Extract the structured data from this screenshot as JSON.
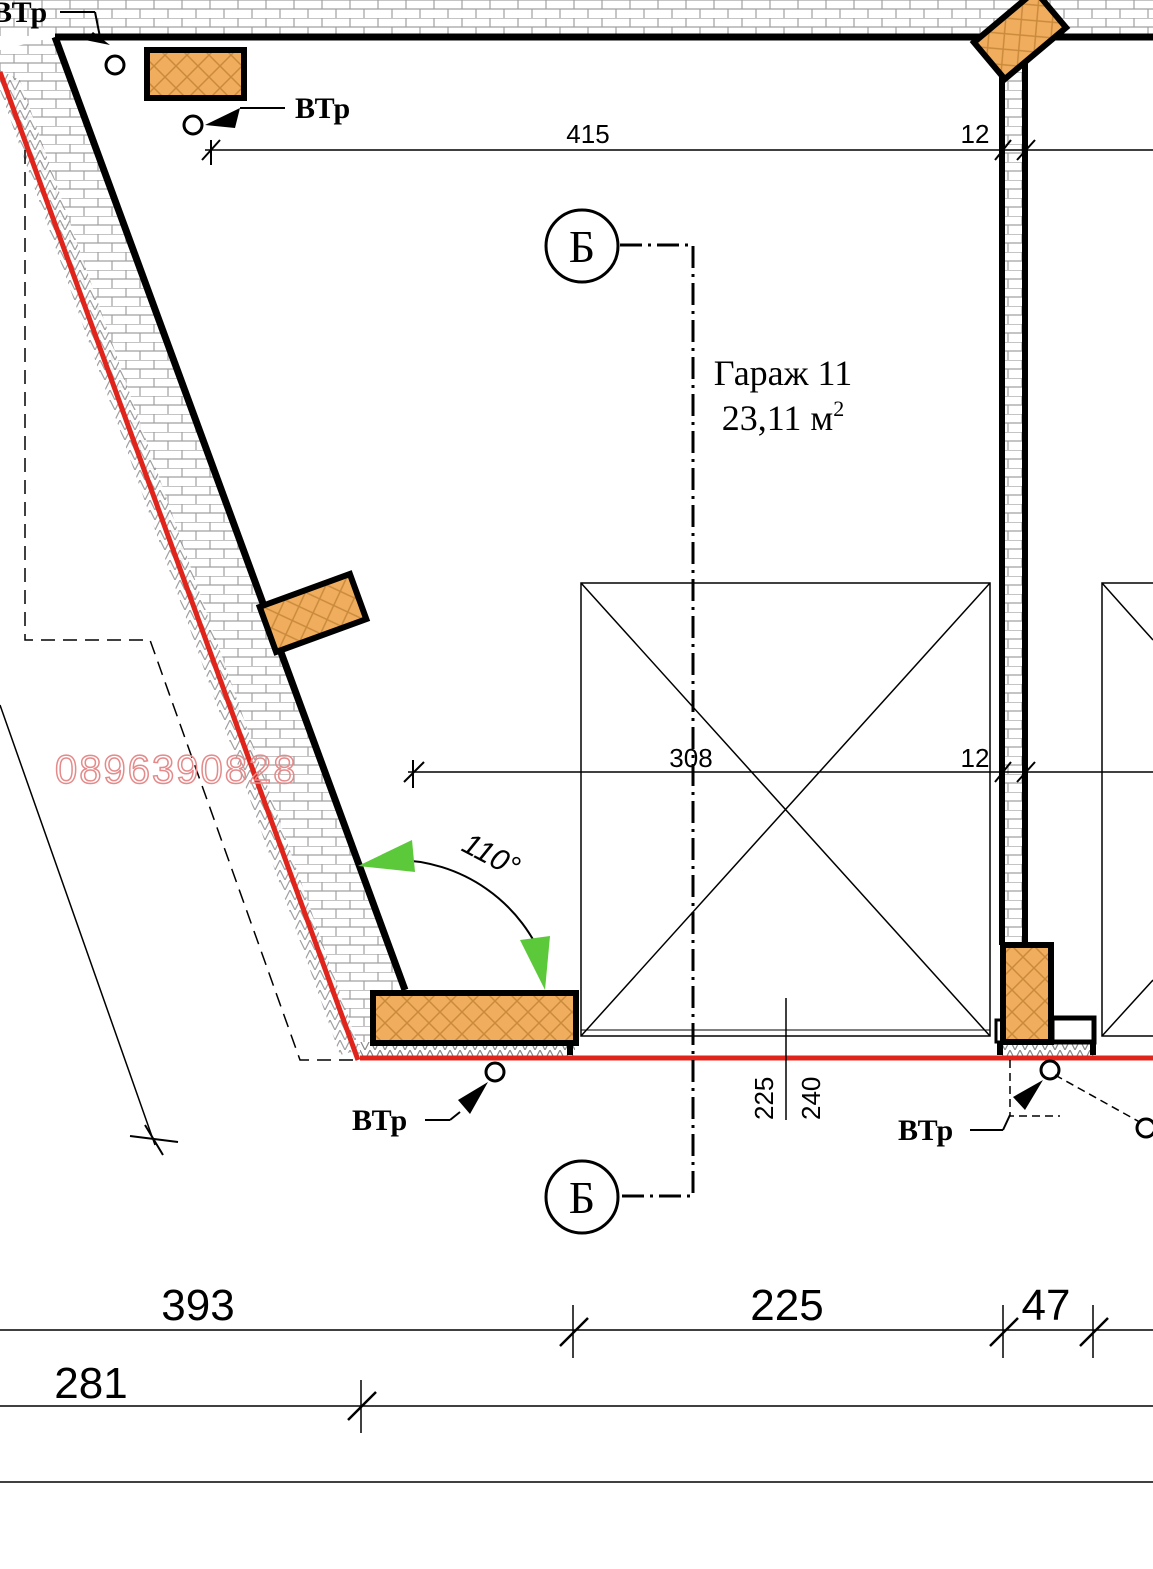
{
  "room": {
    "name": "Гараж 11",
    "area_value": "23,11 м",
    "area_sup": "2"
  },
  "section_marker": {
    "top_label": "Б",
    "bottom_label": "Б"
  },
  "vent_labels": {
    "top_left": "ВТр",
    "upper": "ВТр",
    "lower_left": "ВТр",
    "lower_right": "ВТр"
  },
  "dimensions": {
    "inner_top_length": "415",
    "inner_top_wall": "12",
    "inner_mid_length": "308",
    "inner_mid_wall": "12",
    "door_height_1": "225",
    "door_height_2": "240",
    "bottom_left": "393",
    "bottom_door": "225",
    "bottom_right": "47",
    "bottom_second_row": "281"
  },
  "angle": {
    "label": "110°",
    "degrees": 110
  },
  "watermark": "0896390828",
  "colors": {
    "wall_line": "#000000",
    "boundary_red": "#e0241c",
    "column_fill": "#f0ad5e",
    "column_hatch": "#c98a3c",
    "angle_arrow": "#5cc93a",
    "watermark": "#e58a8a",
    "brick_line": "#9a9a9a"
  }
}
